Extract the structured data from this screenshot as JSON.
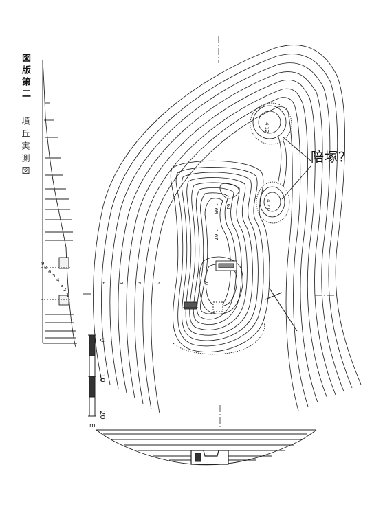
{
  "title": {
    "plate": "図版第二",
    "subtitle": "墳丘実測図"
  },
  "annotation": {
    "baizuka": "陪塚？"
  },
  "scale_bar": {
    "ticks": [
      "0",
      "10",
      "20"
    ],
    "unit": "m"
  },
  "contour_labels": {
    "summit_a": "1.61",
    "summit_b": "1.68",
    "upper": "1.67",
    "mid": "1.0",
    "left_8": "8",
    "left_7": "7",
    "left_6": "6",
    "left_5": "5",
    "small_mound_1": "4.12",
    "small_mound_2": "4.21"
  },
  "profile_labels": {
    "p9": "9",
    "p8": "8",
    "p6": "6",
    "p5": "5",
    "p4": "4",
    "p3": "3",
    "p2": "2",
    "p1": "1"
  }
}
